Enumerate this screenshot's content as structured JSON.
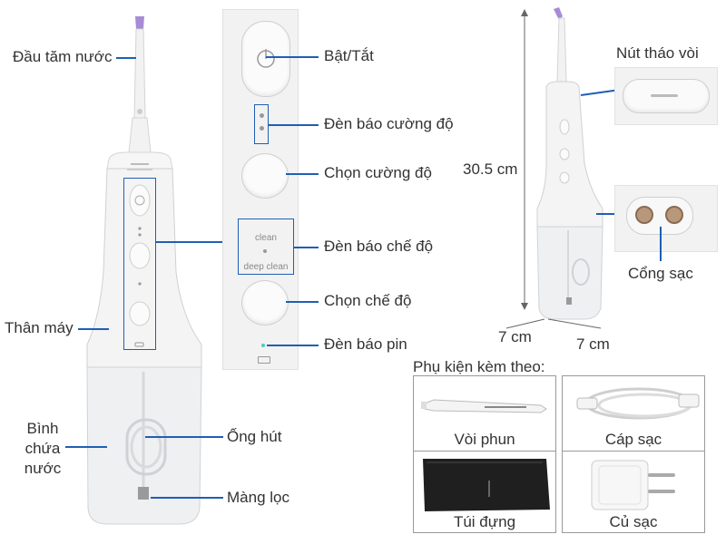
{
  "callouts": {
    "nozzle": "Đầu tăm nước",
    "body": "Thân máy",
    "reservoir": "Bình chứa nước",
    "reservoir_lines": [
      "Bình",
      "chứa",
      "nước"
    ],
    "straw": "Ống hút",
    "filter": "Màng lọc",
    "power": "Bật/Tắt",
    "intensity_indicator": "Đèn báo cường độ",
    "intensity_select": "Chọn cường độ",
    "mode_indicator": "Đèn báo chế độ",
    "mode_select": "Chọn chế độ",
    "battery_indicator": "Đèn báo pin",
    "nozzle_release": "Nút tháo vòi",
    "charging_port": "Cổng sạc"
  },
  "panel": {
    "mode_clean": "clean",
    "mode_deep_clean": "deep clean"
  },
  "dimensions": {
    "height": "30.5 cm",
    "width": "7 cm",
    "depth": "7 cm"
  },
  "accessories": {
    "title": "Phụ kiện kèm theo:",
    "items": [
      "Vòi phun",
      "Cáp sạc",
      "Túi đựng",
      "Củ sạc"
    ]
  },
  "colors": {
    "accent_line": "#1e5fb4",
    "nozzle_tip": "#a78bd6",
    "device_body": "#f4f4f4"
  }
}
